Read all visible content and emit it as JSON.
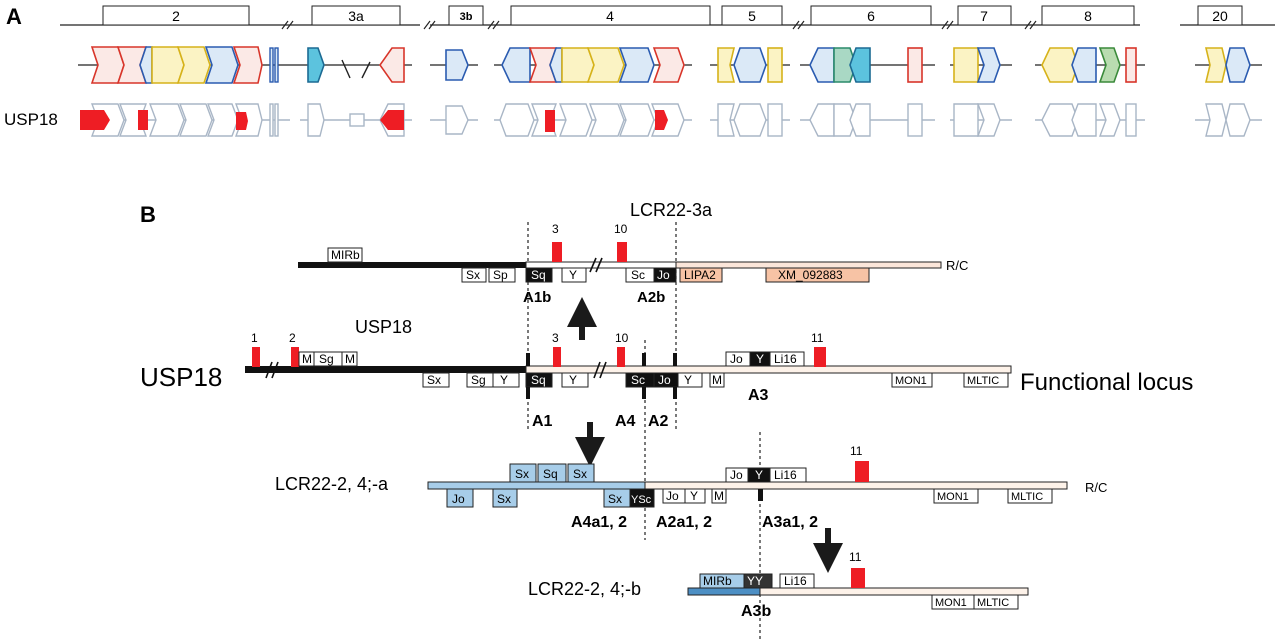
{
  "panel_a": {
    "label": "A",
    "row_label": "USP18",
    "segments": [
      "2",
      "3a",
      "3b",
      "4",
      "5",
      "6",
      "7",
      "8",
      "20"
    ]
  },
  "panel_b": {
    "label": "B",
    "big_label": "USP18",
    "functional_locus": "Functional locus",
    "top": {
      "title": "LCR22-3a",
      "markers": [
        "3",
        "10"
      ],
      "mirb": "MIRb",
      "blocks_below": [
        "Sx",
        "Sp",
        "Sq",
        "Y",
        "Sc",
        "Jo"
      ],
      "lipa2": "LIPA2",
      "xm": "XM_092883",
      "rc": "R/C",
      "anchors": [
        "A1b",
        "A2b"
      ]
    },
    "func": {
      "usp18_label": "USP18",
      "markers": [
        "1",
        "2",
        "3",
        "10",
        "11"
      ],
      "blocks_above": [
        "M",
        "Sg",
        "M",
        "Jo",
        "Y",
        "Li16"
      ],
      "blocks_below": [
        "Sx",
        "Sg",
        "Y",
        "Sq",
        "Y",
        "Sc",
        "Jo",
        "Y",
        "M",
        "MON1",
        "MLTIC"
      ],
      "anchors": [
        "A1",
        "A4",
        "A2",
        "A3"
      ]
    },
    "lcr_a": {
      "label": "LCR22-2, 4;-a",
      "rc": "R/C",
      "marker": "11",
      "blocks_above": [
        "Sx",
        "Sq",
        "Sx",
        "Jo",
        "Y",
        "Li16"
      ],
      "blocks_below": [
        "Jo",
        "Sx",
        "Sx",
        "YSc",
        "Jo",
        "Y",
        "M",
        "MON1",
        "MLTIC"
      ],
      "anchors": [
        "A4a1, 2",
        "A2a1, 2",
        "A3a1, 2"
      ]
    },
    "lcr_b": {
      "label": "LCR22-2, 4;-b",
      "marker": "11",
      "blocks_above": [
        "MIRb",
        "YY",
        "Li16"
      ],
      "blocks_below": [
        "MON1",
        "MLTIC"
      ],
      "anchor": "A3b"
    }
  }
}
